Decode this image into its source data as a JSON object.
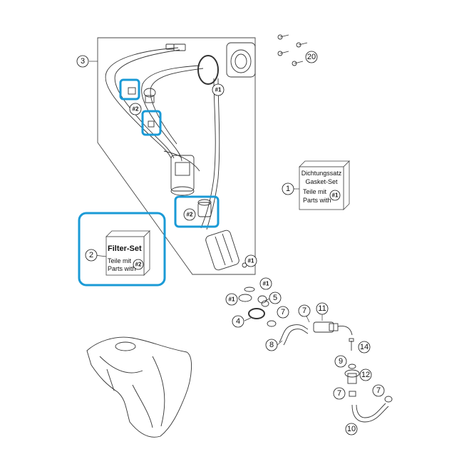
{
  "colors": {
    "highlight": "#1a9ad6",
    "line": "#333333",
    "background": "#ffffff"
  },
  "callouts": {
    "c1": "1",
    "c2": "2",
    "c3": "3",
    "c4": "4",
    "c5": "5",
    "c7a": "7",
    "c7b": "7",
    "c7c": "7",
    "c7d": "7",
    "c8": "8",
    "c9": "9",
    "c10": "10",
    "c11": "11",
    "c12": "12",
    "c14": "14",
    "c20": "20"
  },
  "refs": {
    "r1_flange": "#1",
    "r2_clip": "#2",
    "r2_hose": "#2",
    "r1_filter": "#1",
    "r1_oring": "#1",
    "r1_seal": "#1"
  },
  "gasket_set": {
    "line1": "Dichtungssatz",
    "line2": "Gasket-Set",
    "line3": "Teile mit",
    "line4": "Parts with",
    "ref": "#1"
  },
  "filter_set": {
    "title": "Filter-Set",
    "line1": "Teile mit",
    "line2": "Parts with",
    "ref": "#2"
  }
}
